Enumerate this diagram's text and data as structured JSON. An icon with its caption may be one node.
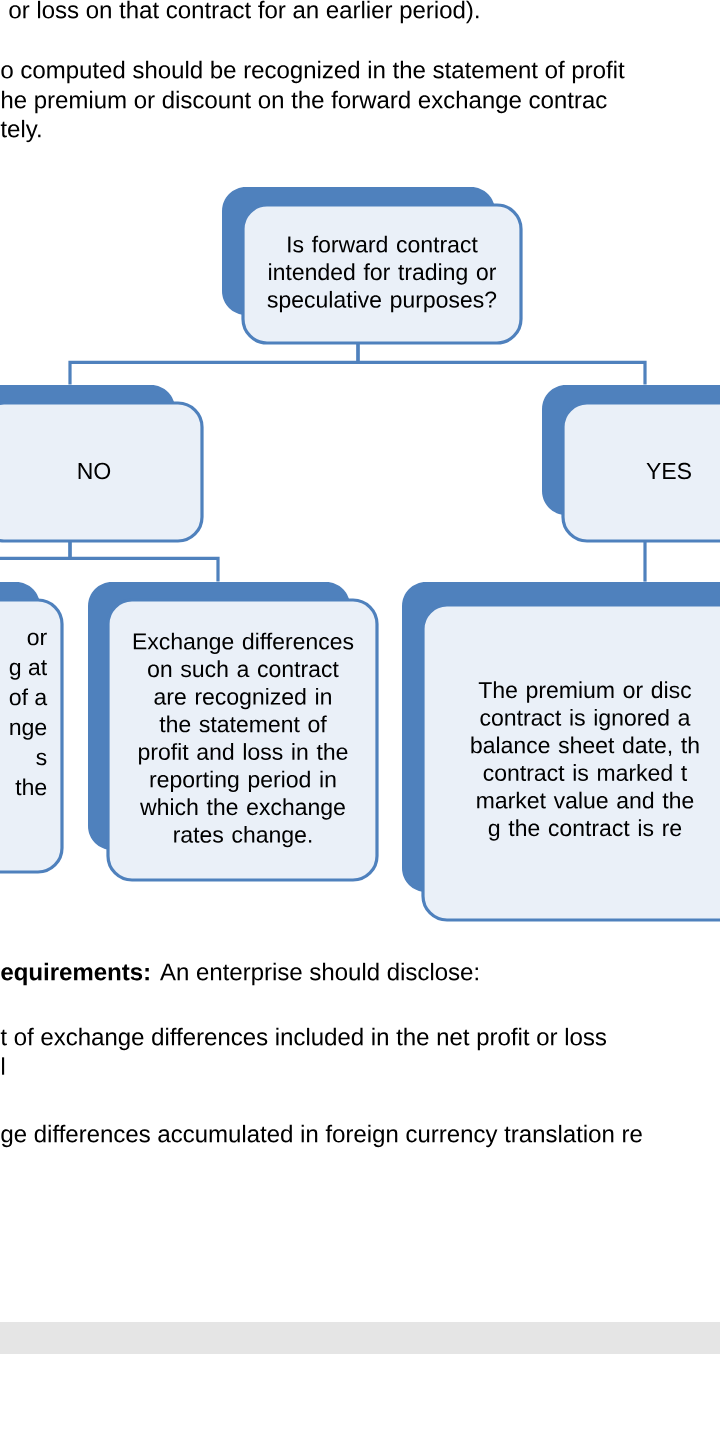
{
  "diagram": {
    "nodes": [
      {
        "text": [
          "Is forward contract intended for trading or speculative purposes?"
        ]
      },
      {
        "text": [
          "NO"
        ]
      },
      {
        "text": [
          "YES"
        ]
      },
      {
        "text": [
          "or",
          "g at",
          "of a",
          "nge",
          "s",
          "the"
        ]
      },
      {
        "text": [
          "Exchange differences on such a contract are recognized in the statement of profit and loss in the reporting period in which the exchange rates change."
        ]
      },
      {
        "text": [
          "The premium or disc contract is ignored a balance sheet date, th contract is marked t market value and the g the contract is re"
        ]
      }
    ],
    "edges": [
      {
        "from": 0,
        "to": 1,
        "arrow": "none"
      },
      {
        "from": 0,
        "to": 2,
        "arrow": "none"
      },
      {
        "from": 1,
        "to": 3,
        "arrow": "none"
      },
      {
        "from": 1,
        "to": 4,
        "arrow": "none"
      },
      {
        "from": 2,
        "to": 5,
        "arrow": "none"
      }
    ],
    "labels": [
      "or loss on that contract for an earlier period).",
      "o computed should be recognized in the statement of profit",
      "he premium or discount on the forward exchange contrac",
      "tely.",
      "**equirements:** An enterprise should disclose:",
      "t of exchange differences included in the net profit or loss",
      "l",
      "ge differences accumulated in foreign currency translation re"
    ]
  }
}
